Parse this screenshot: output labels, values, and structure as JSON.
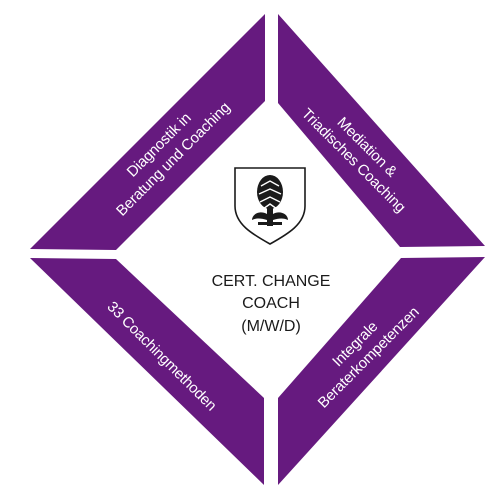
{
  "brand_color": "#661a7f",
  "segments": {
    "top_left": {
      "line1": "Diagnostik in",
      "line2": "Beratung und Coaching"
    },
    "top_right": {
      "line1": "Mediation &",
      "line2": "Triadisches Coaching"
    },
    "bottom_left": {
      "line1": "33 Coachingmethoden"
    },
    "bottom_right": {
      "line1": "Integrale",
      "line2": "Beraterkompetenzen"
    }
  },
  "center": {
    "crest_icon": "shield-pinecone-crest-icon",
    "line1": "CERT. CHANGE",
    "line2": "COACH",
    "line3": "(M/W/D)"
  }
}
